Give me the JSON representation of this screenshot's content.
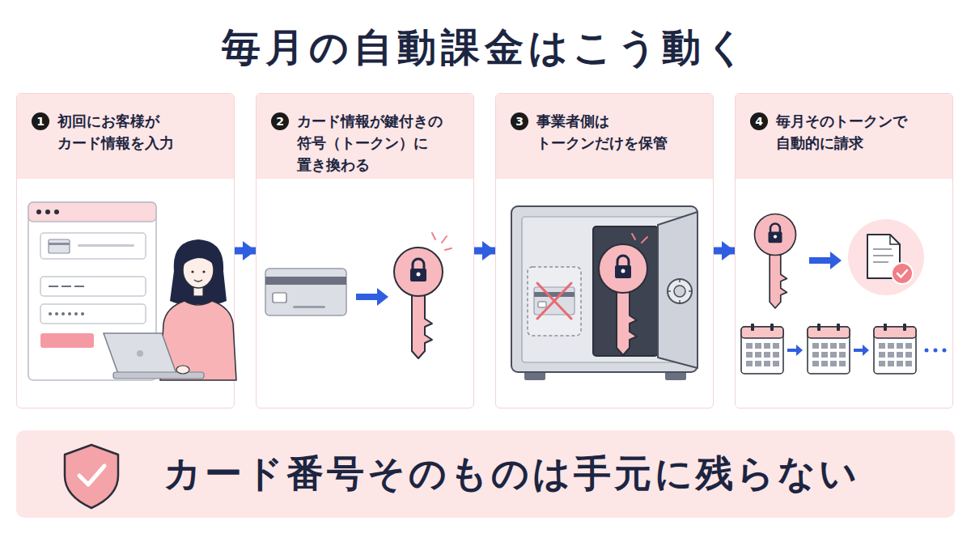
{
  "diagram": {
    "title": "毎月の自動課金はこう動く",
    "nodes": [
      {
        "text": [
          "1",
          "初回にお客様が カード情報を入力"
        ]
      },
      {
        "text": [
          "2",
          "カード情報が鍵付きの 符号（トークン）に 置き換わる"
        ]
      },
      {
        "text": [
          "3",
          "事業者側は トークンだけを保管"
        ]
      },
      {
        "text": [
          "4",
          "毎月そのトークンで 自動的に請求"
        ]
      },
      {
        "text": [
          "カード番号そのものは手元に残らない"
        ]
      }
    ],
    "edges": [
      {
        "from": 0,
        "to": 1,
        "arrow": "to"
      },
      {
        "from": 1,
        "to": 2,
        "arrow": "to"
      },
      {
        "from": 2,
        "to": 3,
        "arrow": "to"
      }
    ]
  }
}
